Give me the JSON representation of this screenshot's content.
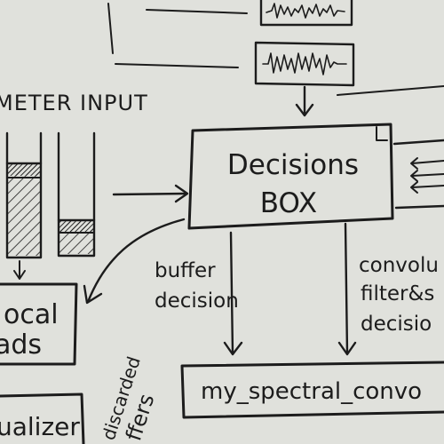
{
  "labels": {
    "meter_input": "METER INPUT",
    "decisions_line1": "Decisions",
    "decisions_line2": "BOX",
    "buffer_line1": "buffer",
    "buffer_line2": "decision",
    "convolve_line1": "convolu",
    "convolve_line2": "filter&s",
    "convolve_line3": "decisio",
    "focal_line1": "ocal",
    "focal_line2": "ads",
    "spectral": "my_spectral_convo",
    "discarded_line1": "discarded",
    "discarded_line2": "ffers",
    "ualizer": "ualizer"
  },
  "colors": {
    "paper": "#e0e1dc",
    "ink": "#1c1c1c"
  }
}
